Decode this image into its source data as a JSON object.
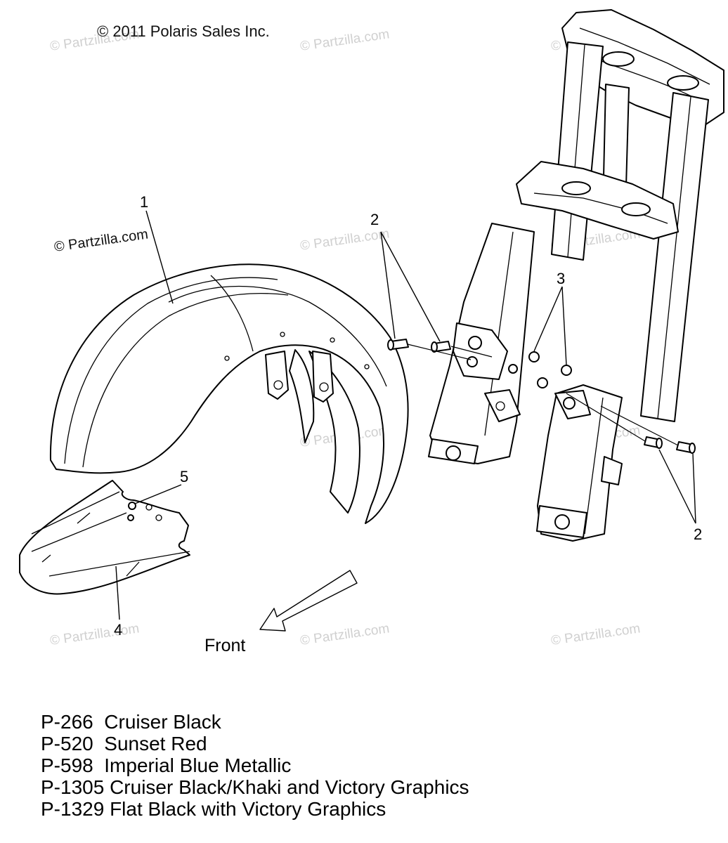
{
  "copyright": "© 2011 Polaris Sales Inc.",
  "watermark_text": "© Partzilla.com",
  "direction_label": "Front",
  "callouts": {
    "fender": "1",
    "screws_upper": "2",
    "nuts": "3",
    "screws_lower": "2",
    "lower_trim": "4",
    "small_nut": "5"
  },
  "paint_codes": [
    {
      "code": "P-266",
      "sep": "  ",
      "name": "Cruiser Black"
    },
    {
      "code": "P-520",
      "sep": "  ",
      "name": "Sunset Red"
    },
    {
      "code": "P-598",
      "sep": "  ",
      "name": "Imperial Blue Metallic"
    },
    {
      "code": "P-1305",
      "sep": " ",
      "name": "Cruiser Black/Khaki and Victory Graphics"
    },
    {
      "code": "P-1329",
      "sep": " ",
      "name": "Flat Black with Victory Graphics"
    }
  ]
}
